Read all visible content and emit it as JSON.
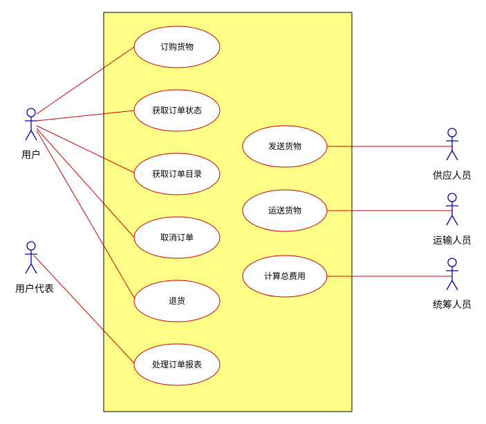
{
  "colors": {
    "system_fill": "#ffff88",
    "system_border": "#000000",
    "usecase_fill": "#ffffff",
    "usecase_border": "#cc0000",
    "actor_stroke": "#0000aa",
    "association": "#cc0000"
  },
  "actors": [
    {
      "id": "user",
      "label": "用户"
    },
    {
      "id": "user_rep",
      "label": "用户代表"
    },
    {
      "id": "supplier",
      "label": "供应人员"
    },
    {
      "id": "transporter",
      "label": "运输人员"
    },
    {
      "id": "coordinator",
      "label": "统筹人员"
    }
  ],
  "use_cases": [
    {
      "id": "order",
      "label": "订购货物"
    },
    {
      "id": "status",
      "label": "获取订单状态"
    },
    {
      "id": "catalog",
      "label": "获取订单目录"
    },
    {
      "id": "cancel",
      "label": "取消订单"
    },
    {
      "id": "return",
      "label": "退货"
    },
    {
      "id": "report",
      "label": "处理订单报表"
    },
    {
      "id": "ship",
      "label": "发送货物"
    },
    {
      "id": "transport",
      "label": "运送货物"
    },
    {
      "id": "cost",
      "label": "计算总费用"
    }
  ],
  "associations": [
    {
      "from": "user",
      "to": "order"
    },
    {
      "from": "user",
      "to": "status"
    },
    {
      "from": "user",
      "to": "catalog"
    },
    {
      "from": "user",
      "to": "cancel"
    },
    {
      "from": "user",
      "to": "return"
    },
    {
      "from": "user_rep",
      "to": "report"
    },
    {
      "from": "supplier",
      "to": "ship"
    },
    {
      "from": "transporter",
      "to": "transport"
    },
    {
      "from": "coordinator",
      "to": "cost"
    }
  ]
}
